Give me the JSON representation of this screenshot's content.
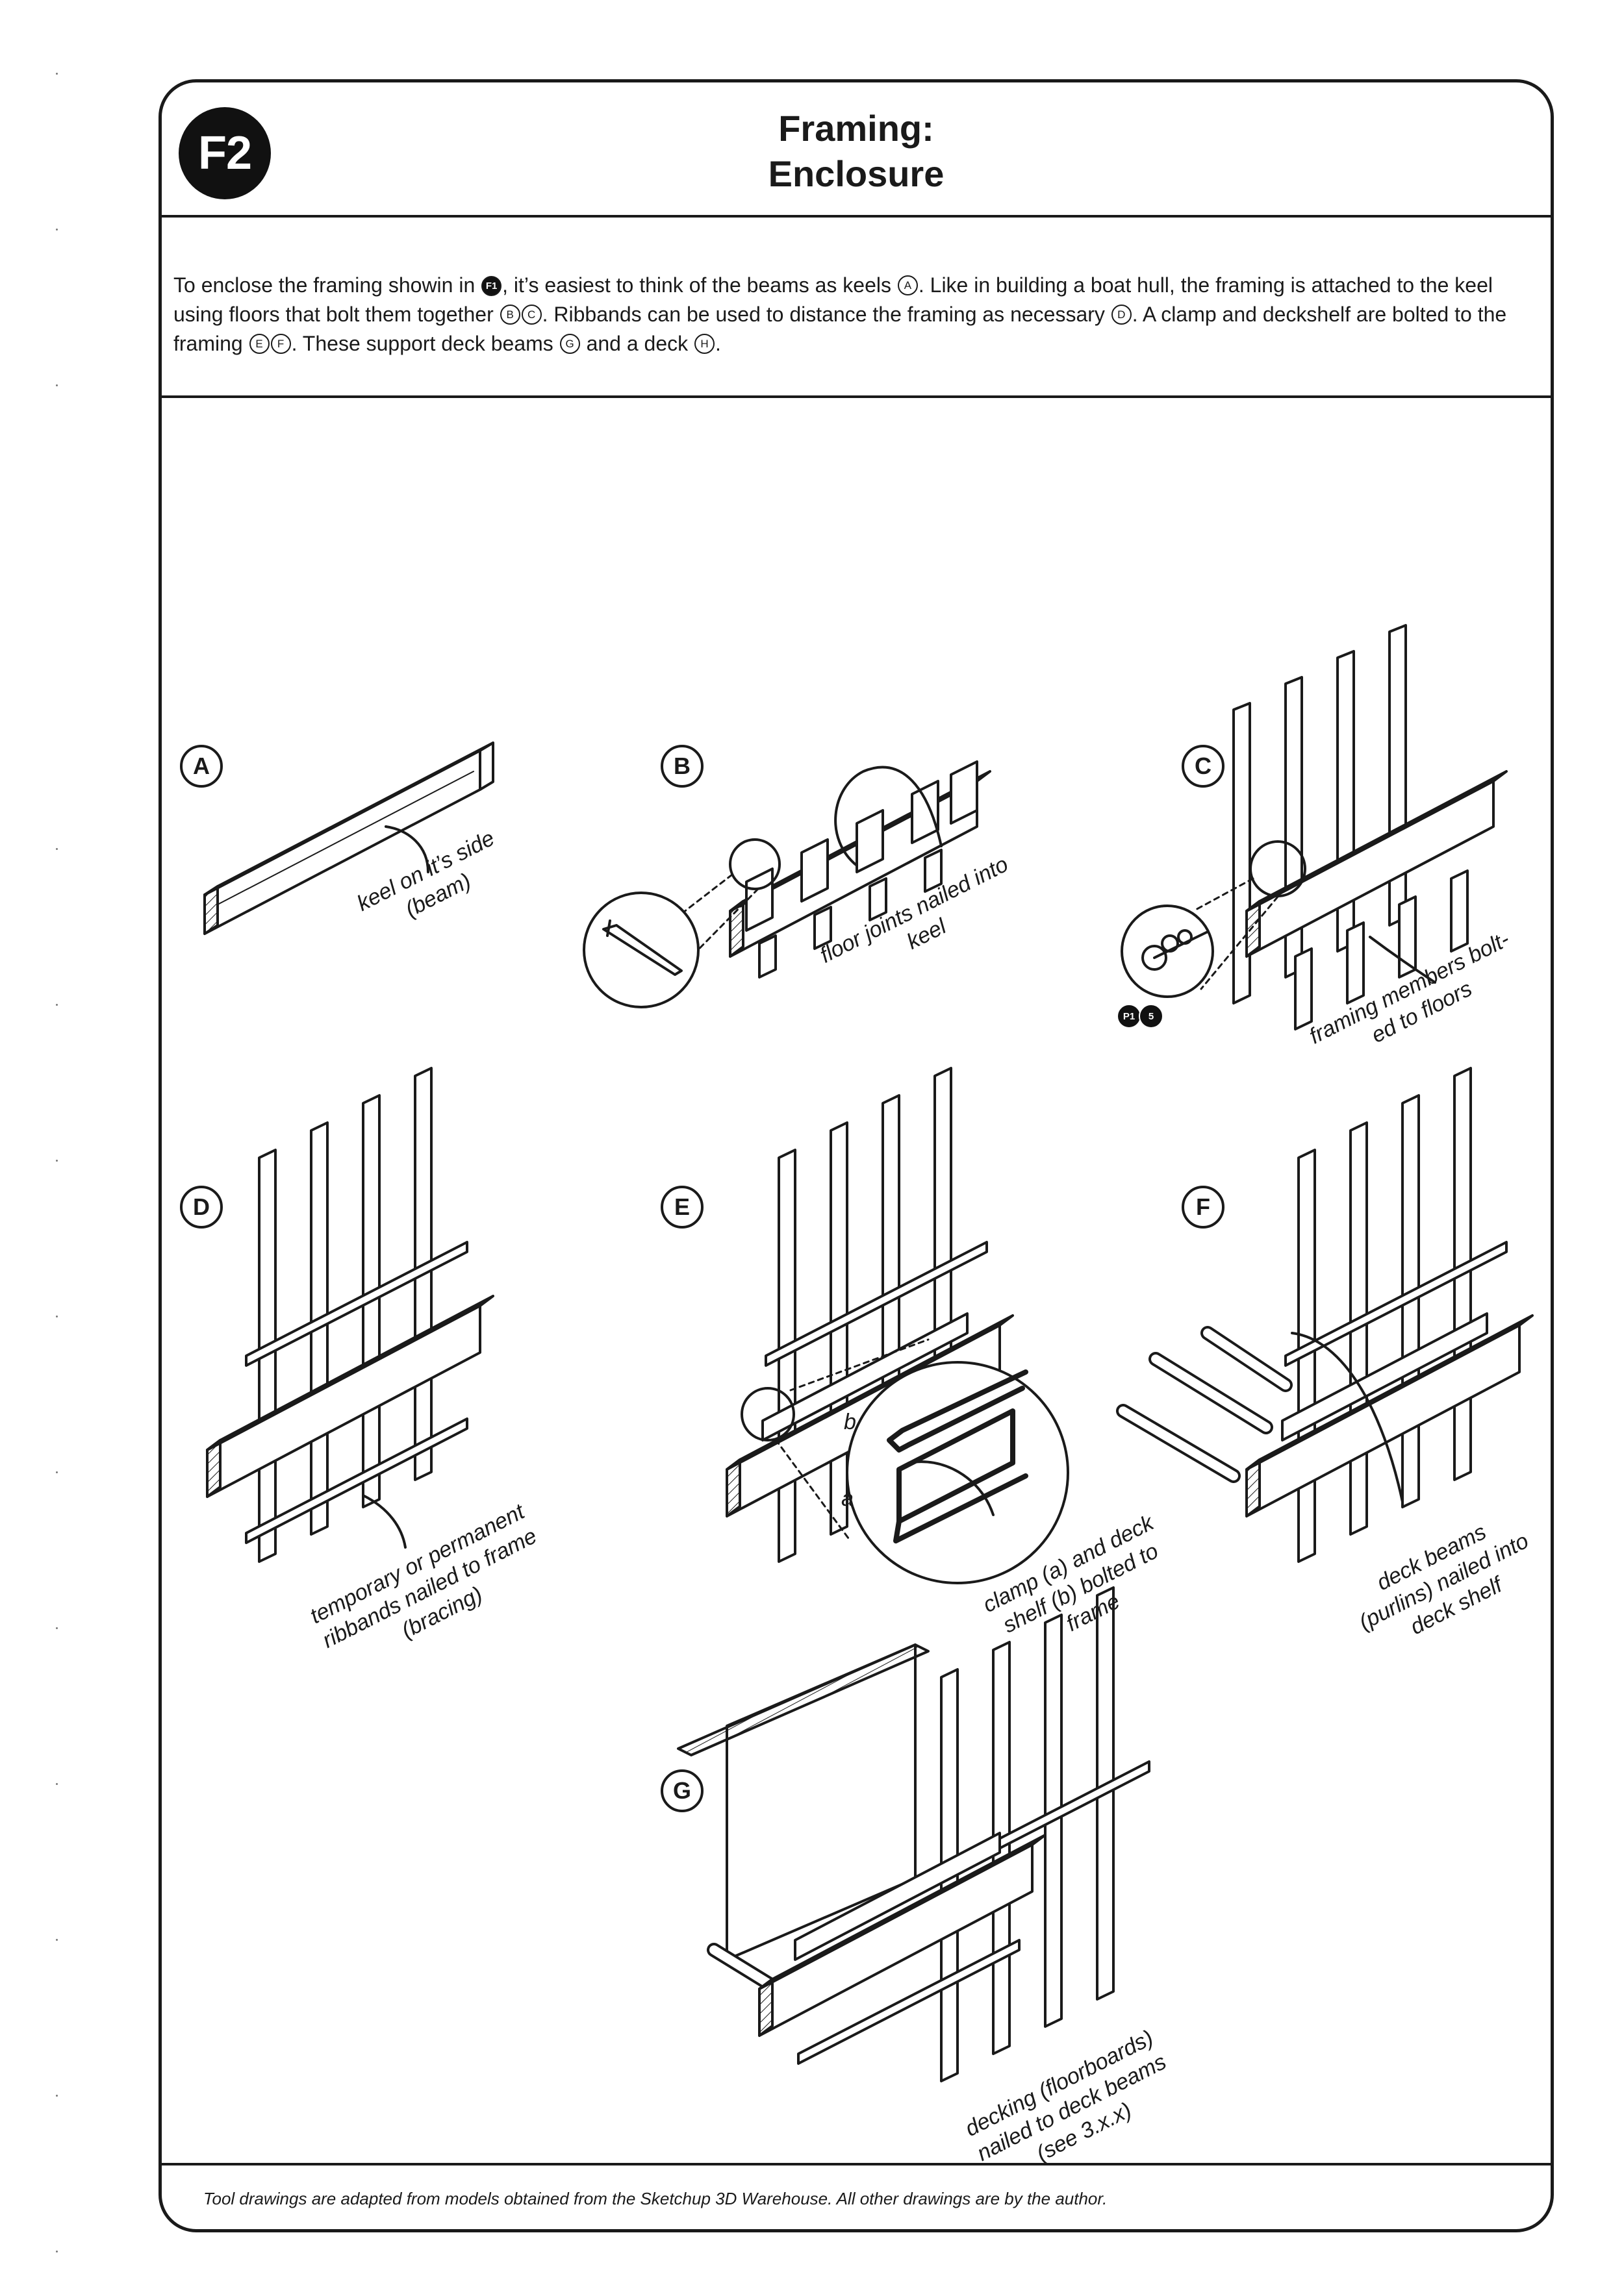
{
  "header": {
    "badge": "F2",
    "title_line1": "Framing:",
    "title_line2": "Enclosure"
  },
  "intro": {
    "t1": "To enclose the framing showin in ",
    "r1": "F1",
    "t2": ", it’s easiest to think of the beams as keels ",
    "r2": "A",
    "t3": ". Like in building a boat hull, the framing is attached to the keel using floors that bolt them together ",
    "r3": "B",
    "r4": "C",
    "t4": ". Ribbands can be used to distance the framing as necessary ",
    "r5": "D",
    "t5": ". A clamp and deckshelf are bolted to the framing ",
    "r6": "E",
    "r7": "F",
    "t6": ". These support deck beams ",
    "r8": "G",
    "t7": " and a deck ",
    "r9": "H",
    "t8": "."
  },
  "panels": [
    {
      "id": "A",
      "label": "A",
      "annotation_line1": "keel on it’s side",
      "annotation_line2": "(beam)"
    },
    {
      "id": "B",
      "label": "B",
      "annotation_line1": "floor joints nailed into",
      "annotation_line2": "keel"
    },
    {
      "id": "C",
      "label": "C",
      "annotation_line1": "framing members bolt-",
      "annotation_line2": "ed to floors",
      "part_ref_1": "P1",
      "part_ref_2": "5"
    },
    {
      "id": "D",
      "label": "D",
      "annotation_line1": "temporary or permanent",
      "annotation_line2": "ribbands nailed to frame",
      "annotation_line3": "(bracing)"
    },
    {
      "id": "E",
      "label": "E",
      "annotation_line1": "clamp (a) and deck",
      "annotation_line2": "shelf (b) bolted to",
      "annotation_line3": "frame",
      "detail_a": "a",
      "detail_b": "b"
    },
    {
      "id": "F",
      "label": "F",
      "annotation_line1": "deck beams",
      "annotation_line2": "(purlins) nailed into",
      "annotation_line3": "deck shelf"
    },
    {
      "id": "G",
      "label": "G",
      "annotation_line1": "decking (floorboards)",
      "annotation_line2": "nailed to deck beams",
      "annotation_line3": "(see 3.x.x)"
    }
  ],
  "footer": {
    "note": "Tool drawings are adapted from models obtained from the Sketchup 3D Warehouse. All other drawings are by the author."
  },
  "colors": {
    "ink": "#1a1a1a",
    "paper": "#ffffff",
    "badge_fill": "#111111"
  }
}
